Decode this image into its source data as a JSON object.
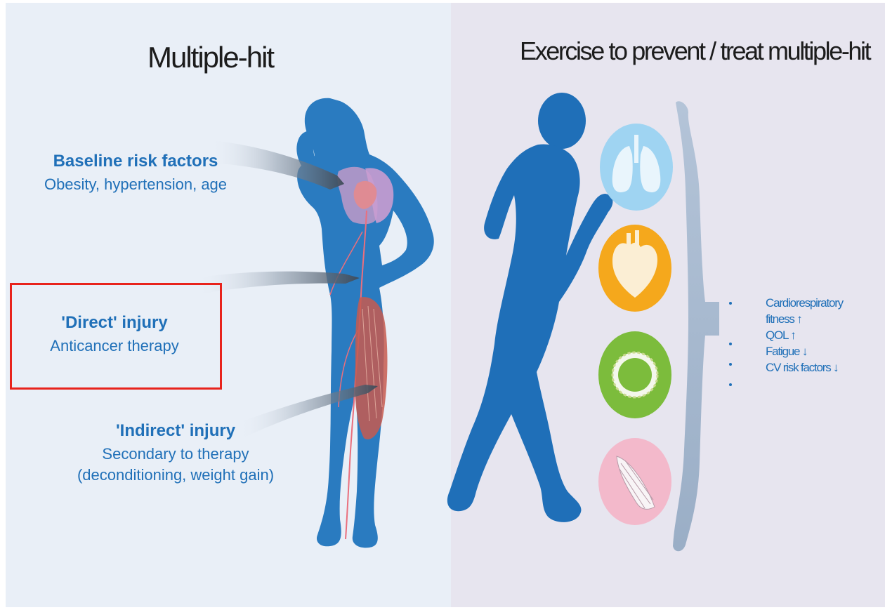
{
  "titles": {
    "left": "Multiple-hit",
    "right": "Exercise to prevent / treat multiple-hit"
  },
  "labels": {
    "baseline": {
      "heading": "Baseline risk factors",
      "sub": "Obesity, hypertension, age"
    },
    "direct": {
      "heading": "'Direct' injury",
      "sub": "Anticancer therapy"
    },
    "indirect": {
      "heading": "'Indirect' injury",
      "sub1": "Secondary to therapy",
      "sub2": "(deconditioning, weight gain)"
    }
  },
  "benefits": [
    {
      "line1": "Cardiorespiratory",
      "line2": "fitness ↑"
    },
    {
      "line1": "QOL ↑"
    },
    {
      "line1": "Fatigue ↓"
    },
    {
      "line1": "CV risk factors ↓"
    }
  ],
  "icons": [
    "lungs-icon",
    "heart-icon",
    "blood-vessel-icon",
    "muscle-icon"
  ],
  "colors": {
    "figure": "#2a7bc0",
    "text_blue": "#2070b8",
    "highlight": "#e8231c",
    "lungs_circle": "#9fd4f2",
    "heart_circle": "#f5a81c",
    "vessel_circle": "#7cbc3c",
    "muscle_circle": "#f3b9cb"
  }
}
